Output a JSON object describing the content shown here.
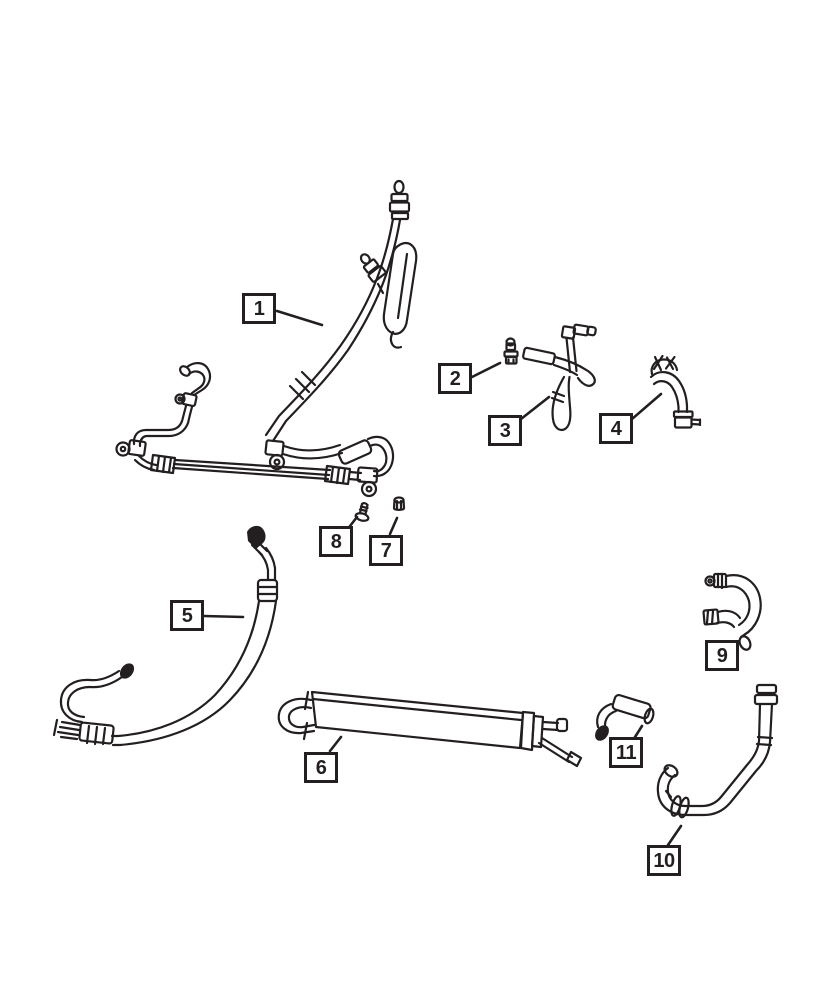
{
  "diagram": {
    "background_color": "#ffffff",
    "line_color": "#231f20",
    "callouts": [
      {
        "label": "1"
      },
      {
        "label": "2"
      },
      {
        "label": "3"
      },
      {
        "label": "4"
      },
      {
        "label": "5"
      },
      {
        "label": "6"
      },
      {
        "label": "7"
      },
      {
        "label": "8"
      },
      {
        "label": "9"
      },
      {
        "label": "10"
      },
      {
        "label": "11"
      }
    ]
  }
}
